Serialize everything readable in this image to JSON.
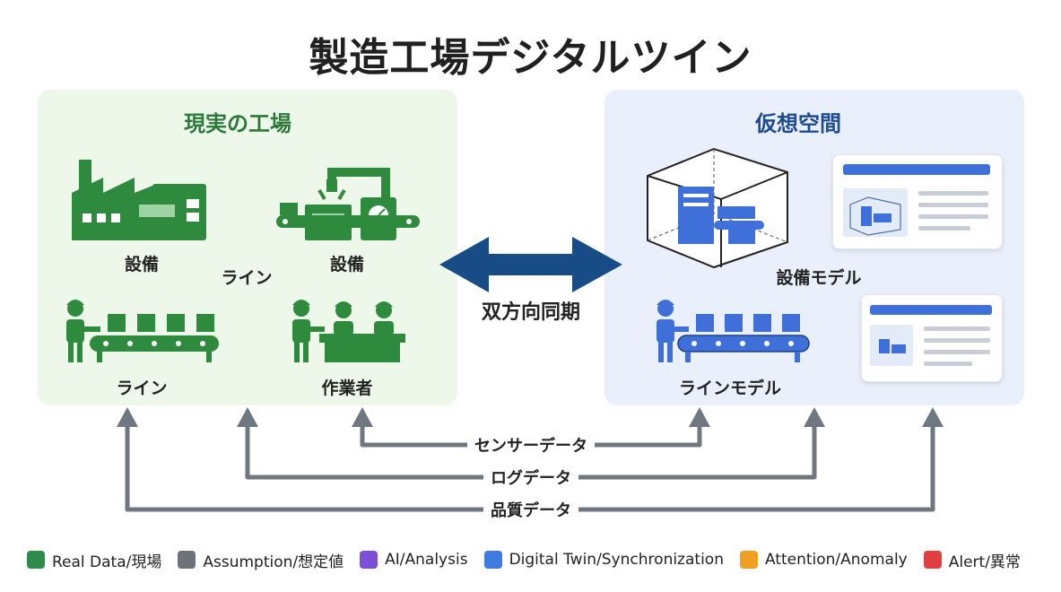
{
  "title": "製造工場デジタルツイン",
  "real_panel": {
    "title": "現実の工場",
    "labels": {
      "equipment_1": "設備",
      "line_center": "ライン",
      "equipment_2": "設備",
      "line": "ライン",
      "workers": "作業者"
    }
  },
  "virtual_panel": {
    "title": "仮想空間",
    "labels": {
      "equipment_model": "設備モデル",
      "line_model": "ラインモデル"
    }
  },
  "sync": {
    "label": "双方向同期"
  },
  "flows": {
    "sensor": "センサーデータ",
    "log": "ログデータ",
    "quality": "品質データ"
  },
  "colors": {
    "real": "#2e8b3e",
    "virtual": "#3f6fd8",
    "arrow": "#174c86",
    "flow": "#6f7780"
  },
  "legend": [
    {
      "label": "Real Data/現場",
      "color": "#2e8b4a"
    },
    {
      "label": "Assumption/想定値",
      "color": "#6e737a"
    },
    {
      "label": "AI/Analysis",
      "color": "#7b4fd6"
    },
    {
      "label": "Digital Twin/Synchronization",
      "color": "#3d7be0"
    },
    {
      "label": "Attention/Anomaly",
      "color": "#f0a020"
    },
    {
      "label": "Alert/異常",
      "color": "#e04040"
    }
  ]
}
